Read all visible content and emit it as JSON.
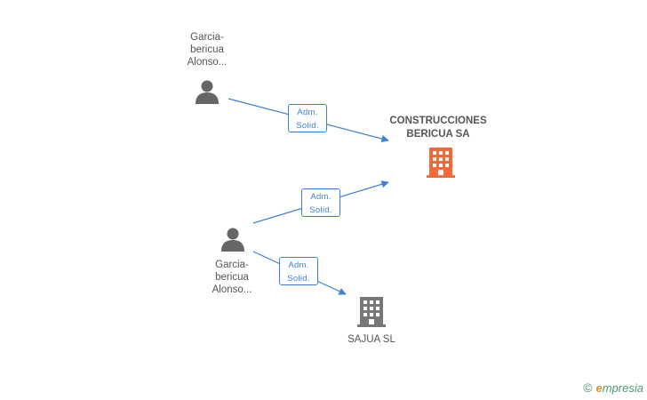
{
  "nodes": {
    "person_top": {
      "label": "Garcia-\nbericua\nAlonso..."
    },
    "person_bottom": {
      "label": "Garcia-\nbericua\nAlonso..."
    },
    "company_main": {
      "label": "CONSTRUCCIONES\nBERICUA SA"
    },
    "company_sajua": {
      "label": "SAJUA SL"
    }
  },
  "relations": [
    {
      "label": "Adm.\nSolid."
    },
    {
      "label": "Adm.\nSolid."
    },
    {
      "label": "Adm.\nSolid."
    }
  ],
  "watermark": {
    "copyright": "©",
    "brand_first": "e",
    "brand_rest": "mpresia"
  },
  "colors": {
    "edge": "#3b82d8",
    "person_icon": "#666666",
    "main_company_icon": "#f06a3a",
    "secondary_company_icon": "#777777"
  }
}
